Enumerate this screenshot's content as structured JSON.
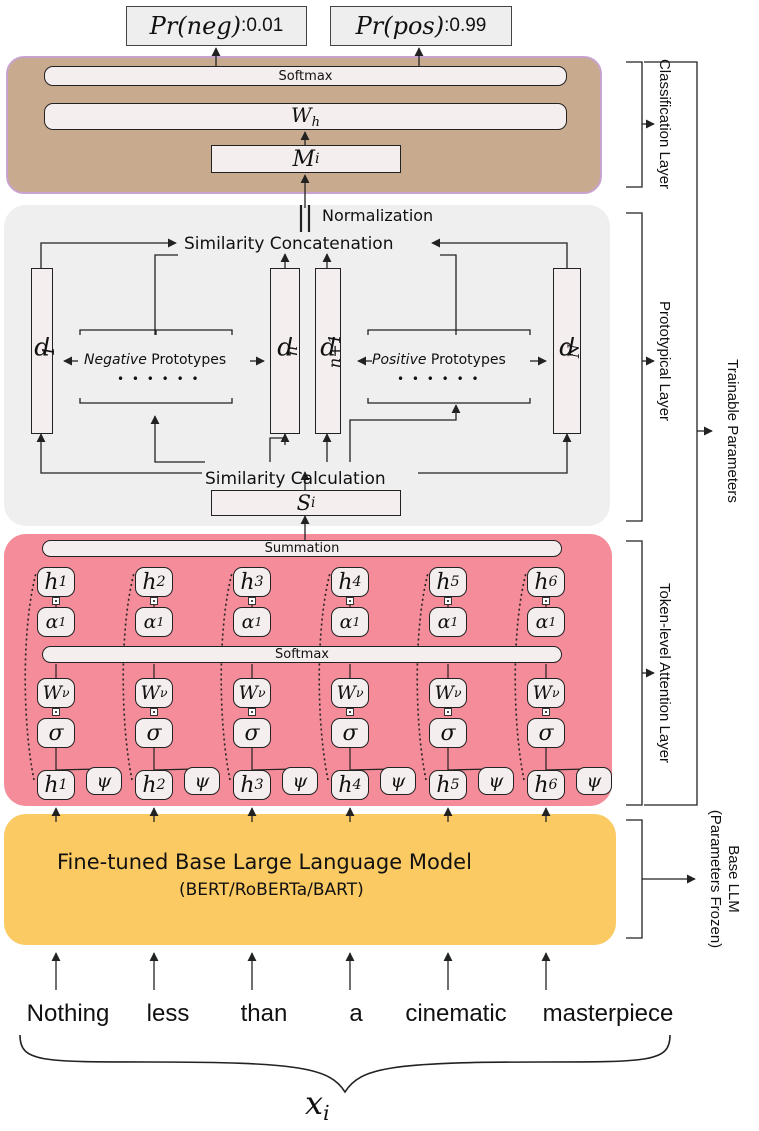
{
  "outputs": {
    "neg": {
      "label": "Pr(neg)",
      "sep": ":",
      "value": "0.01"
    },
    "pos": {
      "label": "Pr(pos)",
      "sep": ":",
      "value": "0.99"
    }
  },
  "classification": {
    "softmax": "Softmax",
    "wh": {
      "base": "W",
      "sub": "h"
    },
    "mi": {
      "base": "M",
      "sub": "i"
    }
  },
  "normalization": "Normalization",
  "prototypical": {
    "concat": "Similarity Concatenation",
    "calc": "Similarity Calculation",
    "si": {
      "base": "S",
      "sub": "i"
    },
    "prototypes": [
      {
        "base": "p",
        "sub": "1"
      },
      {
        "base": "p",
        "sub": "n"
      },
      {
        "base": "p",
        "sub": "n+1"
      },
      {
        "base": "p",
        "sub": "N"
      }
    ],
    "negative": {
      "emph": "Negative",
      "rest": " Prototypes"
    },
    "positive": {
      "emph": "Positive",
      "rest": " Prototypes"
    },
    "ellipsis": "• • • • • •"
  },
  "attention": {
    "summation": "Summation",
    "softmax": "Softmax",
    "h_top": [
      "h1",
      "h2",
      "h3",
      "h4",
      "h5",
      "h6"
    ],
    "alpha": "α1",
    "wv": "Wν",
    "sigma": "σ",
    "psi": "ψ",
    "h_bottom": [
      "h1",
      "h2",
      "h3",
      "h4",
      "h5",
      "h6"
    ]
  },
  "llm": {
    "line1": "Fine-tuned Base Large Language Model",
    "line2": "(BERT/RoBERTa/BART)"
  },
  "tokens": [
    "Nothing",
    "less",
    "than",
    "a",
    "cinematic",
    "masterpiece"
  ],
  "input": {
    "base": "x",
    "sub": "i"
  },
  "side_labels": {
    "classification": "Classification Layer",
    "prototypical": "Prototypical Layer",
    "attention": "Token-level Attention Layer",
    "llm_line1": "Base LLM",
    "llm_line2": "(Parameters Frozen)",
    "trainable": "Trainable Parameters"
  },
  "colors": {
    "classification_bg": "#c8aa8e",
    "classification_border": "#c9a3d0",
    "prototypical_bg": "#efefef",
    "attention_bg": "#f48d99",
    "llm_bg": "#fbca62",
    "box_fill": "#f5eeef"
  }
}
